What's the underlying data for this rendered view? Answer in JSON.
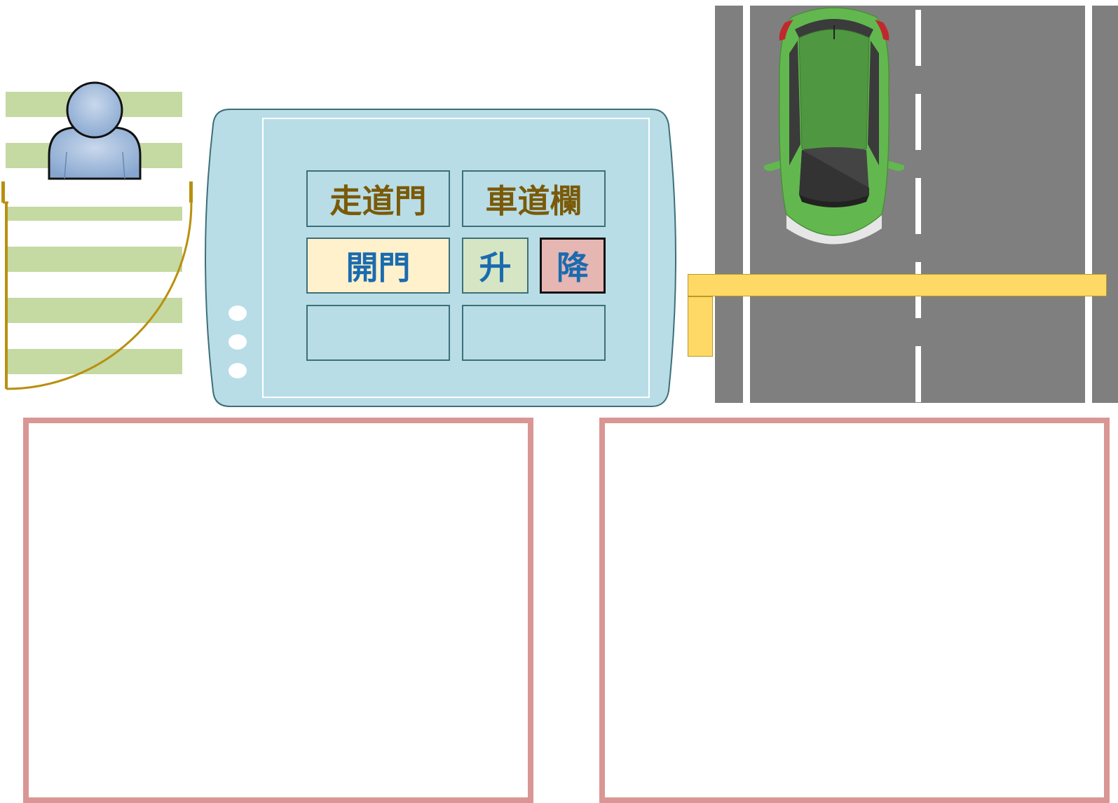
{
  "walkway": {
    "label": "走道門",
    "open_button": "開門"
  },
  "vehicle_lane": {
    "label": "車道欄",
    "raise_button": "升",
    "lower_button": "降"
  },
  "colors": {
    "tablet_body": "#b8dde7",
    "header_text": "#7a5a08",
    "button_text": "#1a6bb0",
    "open_button_bg": "#fff1cc",
    "raise_button_bg": "#d6e5c4",
    "lower_button_bg": "#e6b6b3",
    "barrier": "#ffd966",
    "road": "#7f7f7f",
    "car": "#62b84f",
    "gate_line": "#b8900f",
    "panel_border": "#d99694"
  },
  "icons": {
    "person": "person-icon",
    "car": "car-icon",
    "gate": "swing-gate-icon",
    "barrier": "barrier-arm-icon"
  }
}
